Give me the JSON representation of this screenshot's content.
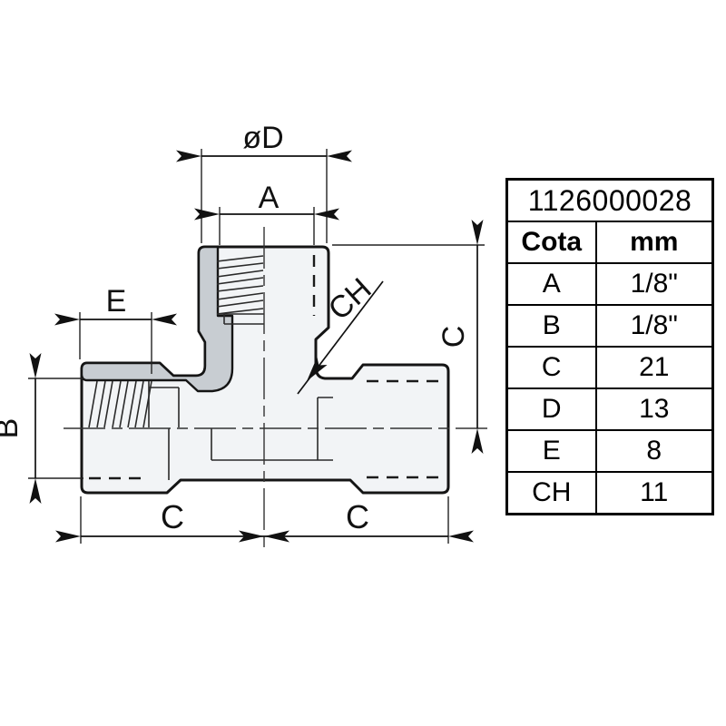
{
  "drawing": {
    "labels": {
      "diameter_d": "øD",
      "a": "A",
      "e": "E",
      "b": "B",
      "c_right": "C",
      "ch": "CH",
      "c_bottom_left": "C",
      "c_bottom_right": "C"
    }
  },
  "table": {
    "part_number": "1126000028",
    "col_dim": "Cota",
    "col_unit": "mm",
    "rows": [
      {
        "cota": "A",
        "mm": "1/8\""
      },
      {
        "cota": "B",
        "mm": "1/8\""
      },
      {
        "cota": "C",
        "mm": "21"
      },
      {
        "cota": "D",
        "mm": "13"
      },
      {
        "cota": "E",
        "mm": "8"
      },
      {
        "cota": "CH",
        "mm": "11"
      }
    ]
  }
}
